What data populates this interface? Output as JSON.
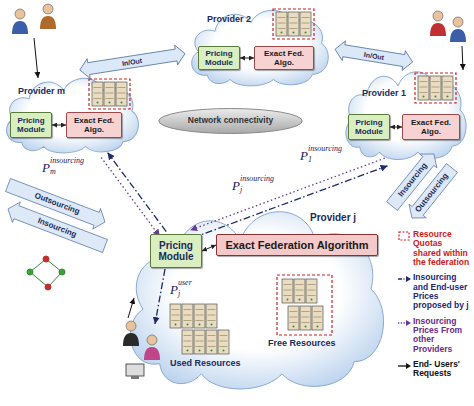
{
  "diagram": {
    "nodes": [
      {
        "text": [
          "Provider 2"
        ]
      },
      {
        "text": [
          "Pricing Module"
        ],
        "in": 0
      },
      {
        "text": [
          "Exact Fed. Algo."
        ],
        "in": 0
      },
      {
        "text": [
          "Provider m"
        ]
      },
      {
        "text": [
          "Pricing Module"
        ],
        "in": 3
      },
      {
        "text": [
          "Exact Fed. Algo."
        ],
        "in": 3
      },
      {
        "text": [
          "Provider 1"
        ]
      },
      {
        "text": [
          "Pricing Module"
        ],
        "in": 6
      },
      {
        "text": [
          "Exact Fed. Algo."
        ],
        "in": 6
      },
      {
        "text": [
          "Network connectivity"
        ]
      },
      {
        "text": [
          "Provider j"
        ]
      },
      {
        "text": [
          "Pricing Module"
        ],
        "in": 10
      },
      {
        "text": [
          "Exact Federation Algorithm"
        ],
        "in": 10
      }
    ],
    "edges": [
      {
        "from": 1,
        "to": 2,
        "arrow": "both"
      },
      {
        "from": 4,
        "to": 5,
        "arrow": "both"
      },
      {
        "from": 7,
        "to": 8,
        "arrow": "both"
      },
      {
        "from": 11,
        "to": 12,
        "arrow": "both"
      },
      {
        "from": 3,
        "to": 0,
        "label": "In/Out",
        "arrow": "both"
      },
      {
        "from": 0,
        "to": 6,
        "label": "In/Out",
        "arrow": "both"
      },
      {
        "from": 3,
        "to": 11,
        "arrow": "to"
      },
      {
        "from": 11,
        "to": 3,
        "arrow": "to"
      },
      {
        "from": 6,
        "to": 11,
        "arrow": "to"
      },
      {
        "from": 11,
        "to": 6,
        "arrow": "to"
      }
    ],
    "labels": [
      "P",
      "m",
      "insourcing",
      "P",
      "j",
      "insourcing",
      "P",
      "1",
      "insourcing",
      "P",
      "j",
      "user",
      "Outsourcing",
      "Insourcing",
      "Outsourcing",
      "Insourcing",
      "Used Resources",
      "Free Resources"
    ],
    "legend": [
      {
        "text": "Resource Quotas shared within the federation"
      },
      {
        "text": "Insourcing and End-user Prices proposed by j"
      },
      {
        "text": "Insourcing Prices From other Providers"
      },
      {
        "text": "End- Users' Requests"
      }
    ]
  }
}
